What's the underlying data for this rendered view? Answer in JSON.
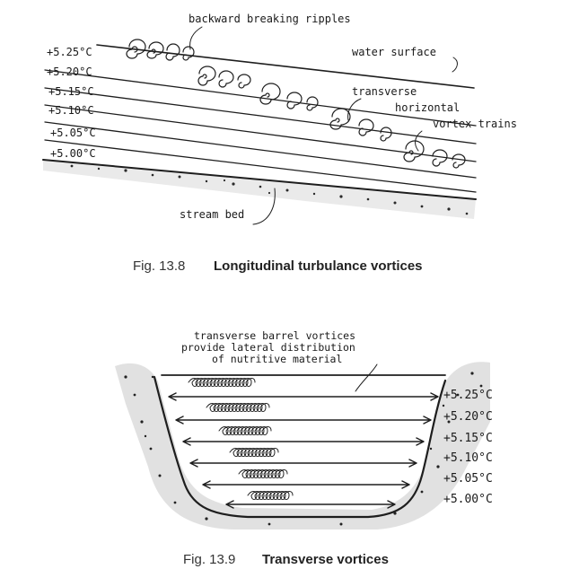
{
  "fig1": {
    "labels": {
      "ripples": "backward breaking ripples",
      "surface": "water surface",
      "transverse": "transverse",
      "horizontal": "horizontal",
      "vortex": "vortex trains",
      "bed": "stream bed"
    },
    "temps": [
      "+5.25°C",
      "+5.20°C",
      "+5.15°C",
      "+5.10°C",
      "+5.05°C",
      "+5.00°C"
    ],
    "caption_num": "Fig. 13.8",
    "caption_title": "Longitudinal turbulance vortices"
  },
  "fig2": {
    "note": [
      "transverse barrel vortices",
      "provide lateral distribution",
      "of nutritive material"
    ],
    "temps": [
      "+5.25°C",
      "+5.20°C",
      "+5.15°C",
      "+5.10°C",
      "+5.05°C",
      "+5.00°C"
    ],
    "caption_num": "Fig. 13.9",
    "caption_title": "Transverse vortices"
  },
  "colors": {
    "ink": "#1e1e1e",
    "caption": "#333333",
    "background": "#ffffff"
  }
}
